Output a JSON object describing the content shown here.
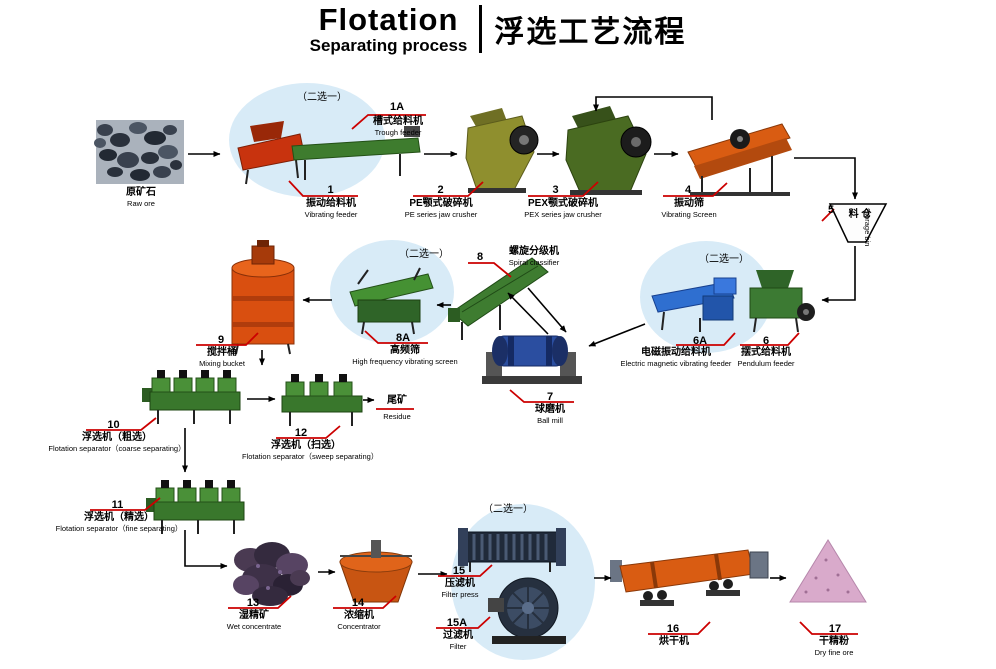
{
  "title": {
    "en_line1": "Flotation",
    "en_line2": "Separating process",
    "zh": "浮选工艺流程"
  },
  "choose_one_label": "（二选一）",
  "colors": {
    "callout_red": "#cc0000",
    "option_group_bg": "#d8ebf7",
    "arrow_black": "#000000",
    "background": "#ffffff"
  },
  "nodes": {
    "raw_ore": {
      "zh": "原矿石",
      "en": "Raw ore"
    },
    "trough_feeder": {
      "num": "1A",
      "zh": "槽式给料机",
      "en": "Trough feeder"
    },
    "vibrating_feeder": {
      "num": "1",
      "zh": "振动给料机",
      "en": "Vibrating feeder"
    },
    "pe_jaw_crusher": {
      "num": "2",
      "zh": "PE颚式破碎机",
      "en": "PE series jaw crusher"
    },
    "pex_jaw_crusher": {
      "num": "3",
      "zh": "PEX颚式破碎机",
      "en": "PEX series jaw crusher"
    },
    "vibrating_screen": {
      "num": "4",
      "zh": "振动筛",
      "en": "Vibrating Screen"
    },
    "storage_bin": {
      "num": "5",
      "zh": "料 仓",
      "en": "Storage bin"
    },
    "em_vibrating_feeder": {
      "num": "6A",
      "zh": "电磁振动给料机",
      "en": "Electric magnetic vibrating feeder"
    },
    "pendulum_feeder": {
      "num": "6",
      "zh": "摆式给料机",
      "en": "Pendulum feeder"
    },
    "ball_mill": {
      "num": "7",
      "zh": "球磨机",
      "en": "Ball mill"
    },
    "spiral_classifier": {
      "num": "8",
      "zh": "螺旋分级机",
      "en": "Spiral classifier"
    },
    "hf_screen": {
      "num": "8A",
      "zh": "高频筛",
      "en": "High frequency vibrating screen"
    },
    "mixing_bucket": {
      "num": "9",
      "zh": "搅拌桶",
      "en": "Mixing bucket"
    },
    "flot_coarse": {
      "num": "10",
      "zh": "浮选机（粗选）",
      "en": "Flotation separator（coarse separating）"
    },
    "flot_sweep": {
      "num": "12",
      "zh": "浮选机（扫选）",
      "en": "Flotation separator（sweep separating）"
    },
    "flot_fine": {
      "num": "11",
      "zh": "浮选机（精选）",
      "en": "Flotation separator（fine separating）"
    },
    "residue": {
      "zh": "尾矿",
      "en": "Residue"
    },
    "wet_concentrate": {
      "num": "13",
      "zh": "湿精矿",
      "en": "Wet concentrate"
    },
    "concentrator": {
      "num": "14",
      "zh": "浓缩机",
      "en": "Concentrator"
    },
    "filter_press": {
      "num": "15",
      "zh": "压滤机",
      "en": "Filter press"
    },
    "filter_machine": {
      "num": "15A",
      "zh": "过滤机",
      "en": "Filter"
    },
    "dryer": {
      "num": "16",
      "zh": "烘干机"
    },
    "dry_fine_ore": {
      "num": "17",
      "zh": "干精粉",
      "en": "Dry fine ore"
    }
  }
}
